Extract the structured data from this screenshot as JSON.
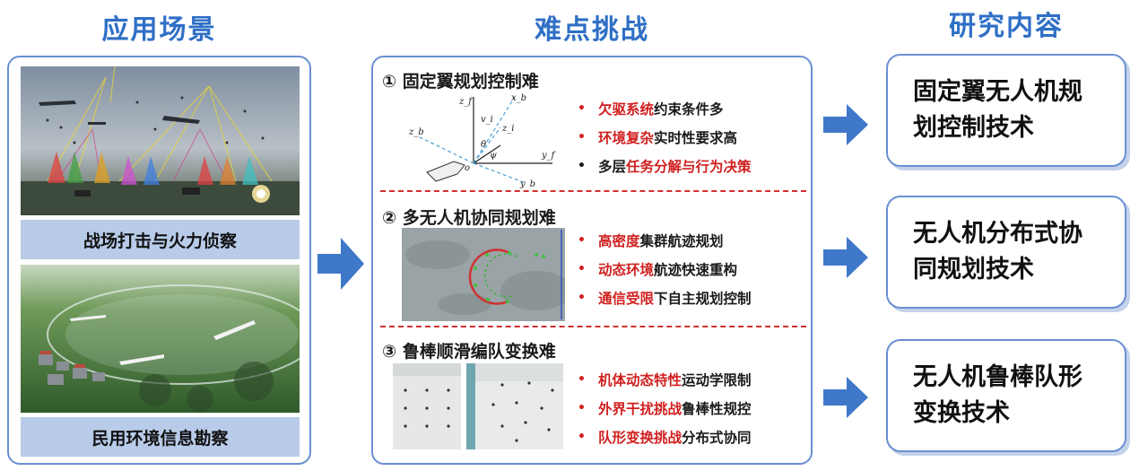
{
  "titles": {
    "left": "应用场景",
    "middle": "难点挑战",
    "right": "研究内容"
  },
  "scenes": [
    {
      "label": "战场打击与火力侦察"
    },
    {
      "label": "民用环境信息勘察"
    }
  ],
  "sections": [
    {
      "title": "① 固定翼规划控制难",
      "bullets": [
        {
          "red": "欠驱系统",
          "black": "约束条件多"
        },
        {
          "red": "环境复杂",
          "black": "实时性要求高"
        },
        {
          "black": "多层",
          "red": "任务分解与行为决策"
        }
      ],
      "diagram_labels": [
        "z_f",
        "x_b",
        "v_i",
        "z_i",
        "z_b",
        "y_f",
        "o",
        "y_b",
        "θ",
        "ψ"
      ]
    },
    {
      "title": "② 多无人机协同规划难",
      "bullets": [
        {
          "red": "高密度",
          "black": "集群航迹规划"
        },
        {
          "red": "动态环境",
          "black": "航迹快速重构"
        },
        {
          "red": "通信受限",
          "black": "下自主规划控制"
        }
      ]
    },
    {
      "title": "③ 鲁棒顺滑编队变换难",
      "bullets": [
        {
          "red": "机体动态特性",
          "black": "运动学限制"
        },
        {
          "red": "外界干扰挑战",
          "black": "鲁棒性规控"
        },
        {
          "red": "队形变换挑战",
          "black": "分布式协同"
        }
      ]
    }
  ],
  "research": [
    {
      "line1": "固定翼无人机规",
      "line2": "划控制技术"
    },
    {
      "line1": "无人机分布式协",
      "line2": "同规划技术"
    },
    {
      "line1": "无人机鲁棒队形",
      "line2": "变换技术"
    }
  ],
  "colors": {
    "title_blue": "#2f6fc6",
    "border_blue": "#6a8fd2",
    "label_bg": "#b8cbe9",
    "accent_red": "#d02020",
    "arrow_blue": "#3f78c9"
  }
}
